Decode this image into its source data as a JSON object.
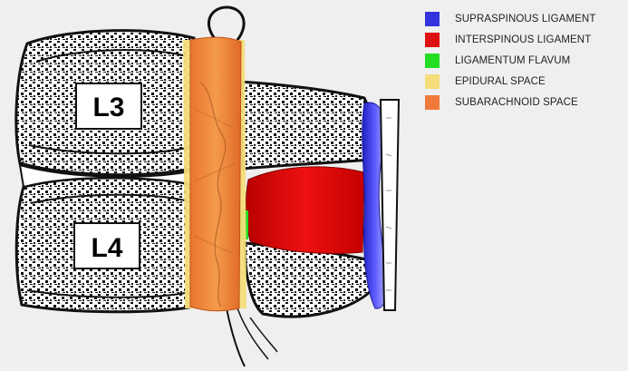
{
  "vertebrae": [
    {
      "label": "L3"
    },
    {
      "label": "L4"
    }
  ],
  "legend": [
    {
      "label": "SUPRASPINOUS LIGAMENT",
      "color": "#3333dd",
      "icon": "supraspinous-swatch"
    },
    {
      "label": "INTERSPINOUS LIGAMENT",
      "color": "#dd1111",
      "icon": "interspinous-swatch"
    },
    {
      "label": "LIGAMENTUM FLAVUM",
      "color": "#22dd22",
      "icon": "flavum-swatch"
    },
    {
      "label": "EPIDURAL SPACE",
      "color": "#f4dd7a",
      "icon": "epidural-swatch"
    },
    {
      "label": "SUBARACHNOID SPACE",
      "color": "#f07a3a",
      "icon": "subarachnoid-swatch"
    }
  ]
}
